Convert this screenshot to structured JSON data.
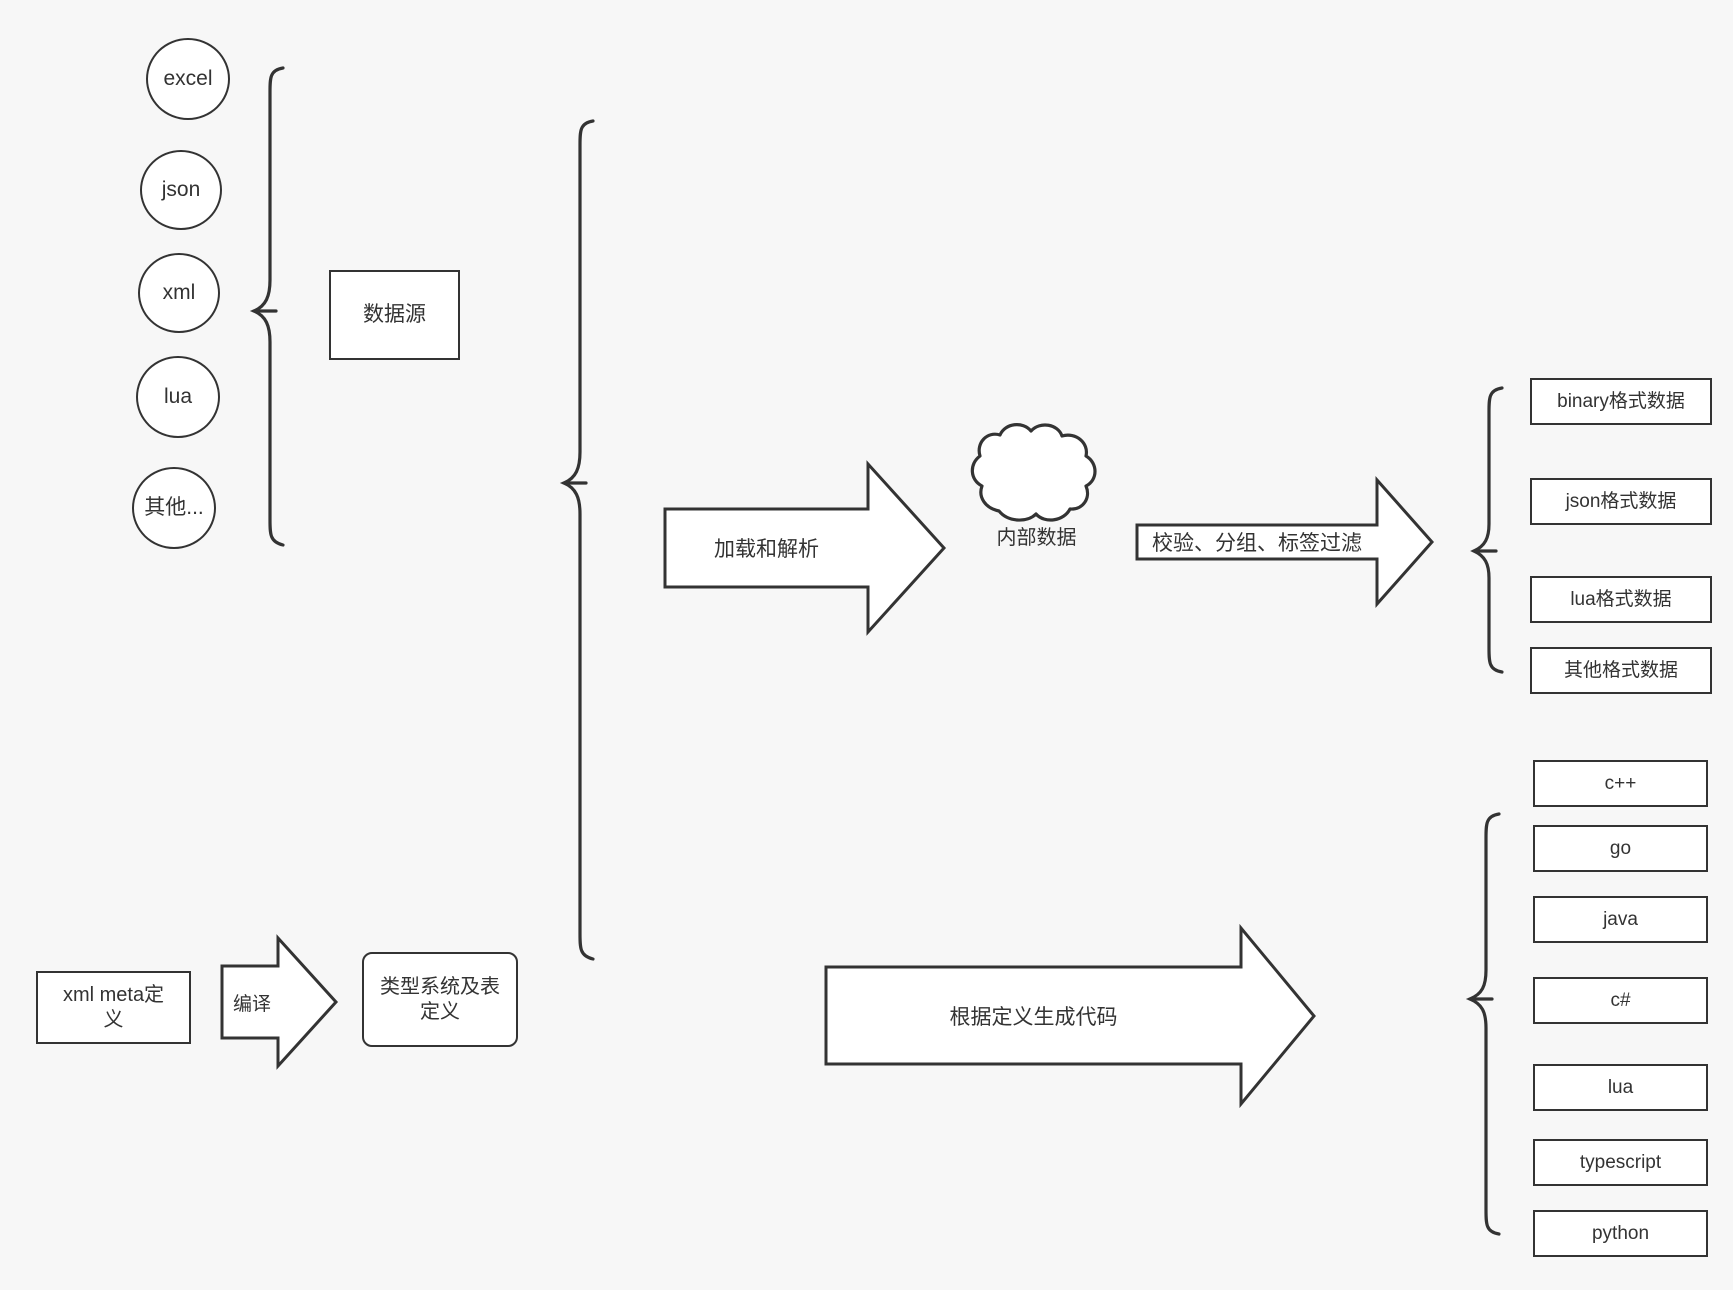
{
  "diagram": {
    "title": "data pipeline and codegen flow",
    "stroke_color": "#333333",
    "fill_color": "#ffffff",
    "background_color": "#f7f7f7"
  },
  "sources": {
    "items": [
      {
        "label": "excel"
      },
      {
        "label": "json"
      },
      {
        "label": "xml"
      },
      {
        "label": "lua"
      },
      {
        "label": "其他..."
      }
    ],
    "group_label": "数据源"
  },
  "meta": {
    "definition_label": "xml meta定\n义",
    "compile_arrow_label": "编译",
    "type_system_label": "类型系统及表\n定义"
  },
  "pipeline": {
    "load_parse_label": "加载和解析",
    "internal_data_label": "内部数据",
    "filter_label": "校验、分组、标签过滤",
    "codegen_label": "根据定义生成代码"
  },
  "outputs": {
    "data_formats": [
      {
        "label": "binary格式数据"
      },
      {
        "label": "json格式数据"
      },
      {
        "label": "lua格式数据"
      },
      {
        "label": "其他格式数据"
      }
    ],
    "languages": [
      {
        "label": "c++"
      },
      {
        "label": "go"
      },
      {
        "label": "java"
      },
      {
        "label": "c#"
      },
      {
        "label": "lua"
      },
      {
        "label": "typescript"
      },
      {
        "label": "python"
      }
    ]
  }
}
